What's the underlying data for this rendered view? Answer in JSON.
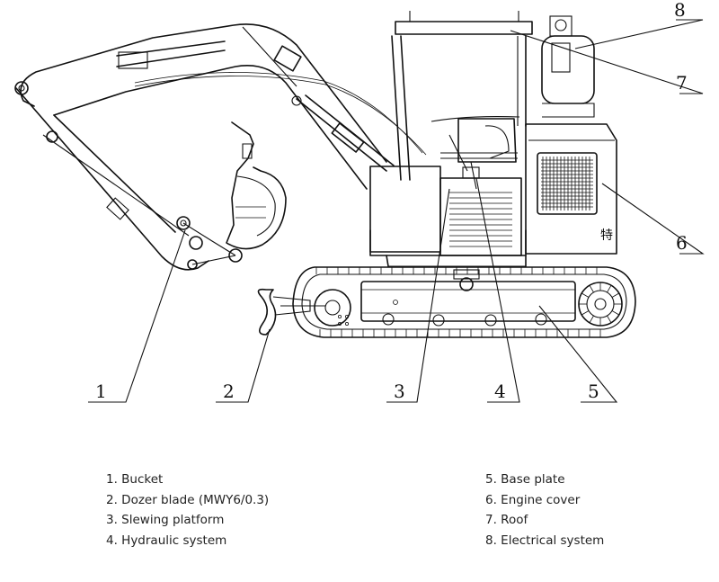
{
  "callouts": {
    "c1": "1",
    "c2": "2",
    "c3": "3",
    "c4": "4",
    "c5": "5",
    "c6": "6",
    "c7": "7",
    "c8": "8"
  },
  "legend": {
    "left": [
      "1. Bucket",
      "2. Dozer blade (MWY6/0.3)",
      "3. Slewing platform",
      "4. Hydraulic system"
    ],
    "right": [
      "5. Base plate",
      "6. Engine cover",
      "7. Roof",
      "8. Electrical system"
    ]
  },
  "decorations": {
    "engine_cover_mark": "特"
  }
}
